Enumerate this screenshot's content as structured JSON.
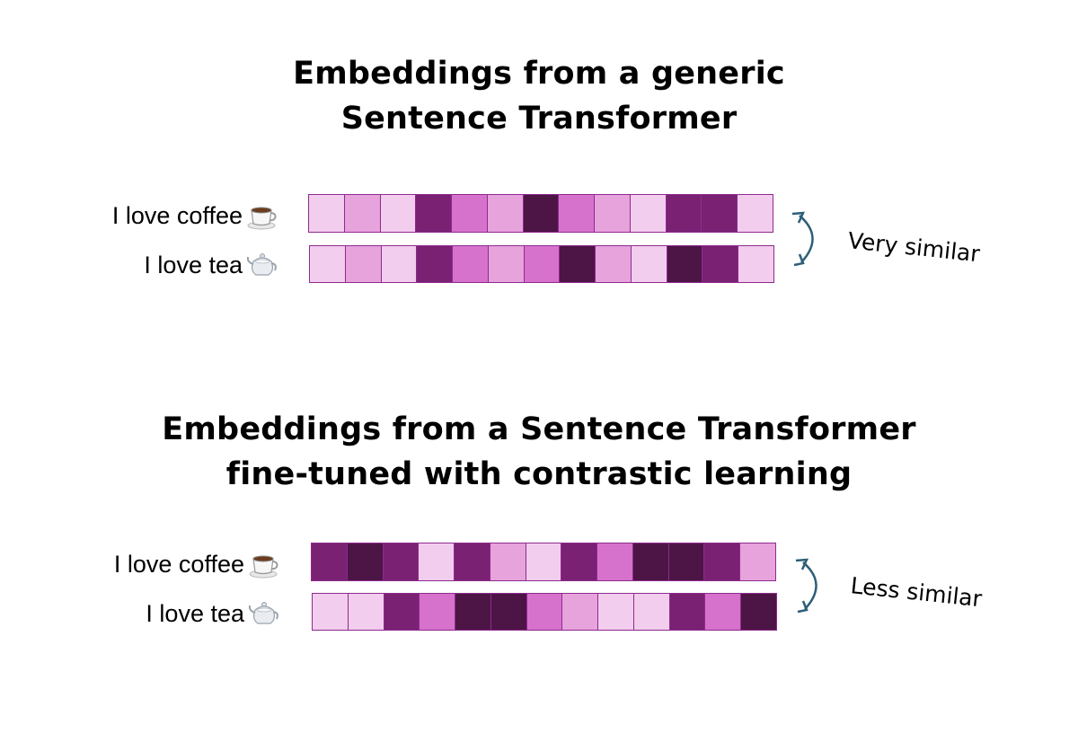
{
  "palette": [
    "#f3cdee",
    "#e7a3dc",
    "#d672cc",
    "#7a2173",
    "#4d1446"
  ],
  "panels": [
    {
      "title_lines": [
        "Embeddings from a generic",
        "Sentence Transformer"
      ],
      "rows": [
        {
          "label": "I love coffee",
          "icon": "coffee-cup-icon",
          "levels": [
            0,
            1,
            0,
            3,
            2,
            1,
            4,
            2,
            1,
            0,
            3,
            3,
            0
          ]
        },
        {
          "label": "I love tea",
          "icon": "teapot-icon",
          "levels": [
            0,
            1,
            0,
            3,
            2,
            1,
            2,
            4,
            1,
            0,
            4,
            3,
            0
          ]
        }
      ],
      "similarity": "Very similar"
    },
    {
      "title_lines": [
        "Embeddings from a Sentence Transformer",
        "fine-tuned with contrastic learning"
      ],
      "rows": [
        {
          "label": "I love coffee",
          "icon": "coffee-cup-icon",
          "levels": [
            3,
            4,
            3,
            0,
            3,
            1,
            0,
            3,
            2,
            4,
            4,
            3,
            1
          ]
        },
        {
          "label": "I love tea",
          "icon": "teapot-icon",
          "levels": [
            0,
            0,
            3,
            2,
            4,
            4,
            2,
            1,
            0,
            0,
            3,
            2,
            4
          ]
        }
      ],
      "similarity": "Less similar"
    }
  ]
}
